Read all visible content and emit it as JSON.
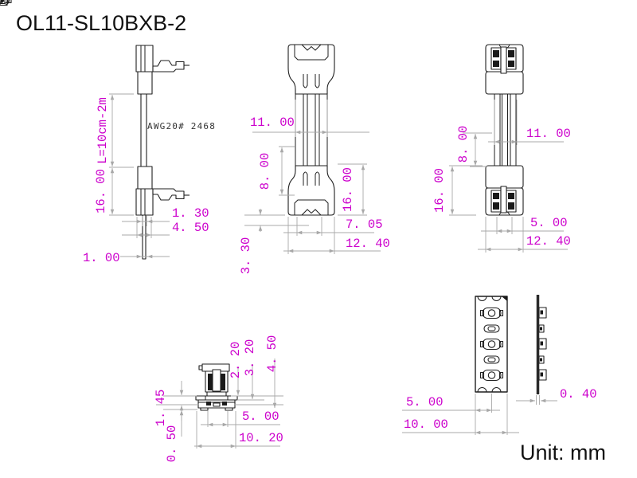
{
  "title": "OL11-SL10BXB-2",
  "unit_label": "Unit: mm",
  "cable_marking": "AWG20# 2468",
  "accent_color": "#cc00cc",
  "views": {
    "side": {
      "dims": {
        "cable_length": "L=10cm-2m",
        "connector_length": "16. 00",
        "latch_offset": "1. 30",
        "body_width": "4. 50",
        "wire_width": "1. 00"
      }
    },
    "front": {
      "dims": {
        "cable_width": "11. 00",
        "strip_length": "8. 00",
        "connector_length": "16. 00",
        "notch_width": "7. 05",
        "body_width": "12. 40",
        "tail_length": "3. 30"
      }
    },
    "back": {
      "dims": {
        "strip_length": "8. 00",
        "cable_width": "11. 00",
        "connector_length": "16. 00",
        "slot_width": "5. 00",
        "body_width": "12. 40"
      }
    },
    "section": {
      "dims": {
        "height_1": "2. 20",
        "height_2": "3. 20",
        "height_3": "4. 50",
        "base_height": "1. 45",
        "foot_height": "0. 50",
        "pad_pitch": "5. 00",
        "base_width": "10. 20"
      }
    },
    "pads": {
      "dims": {
        "half_width": "5. 00",
        "full_width": "10. 00",
        "thickness": "0. 40"
      }
    }
  }
}
